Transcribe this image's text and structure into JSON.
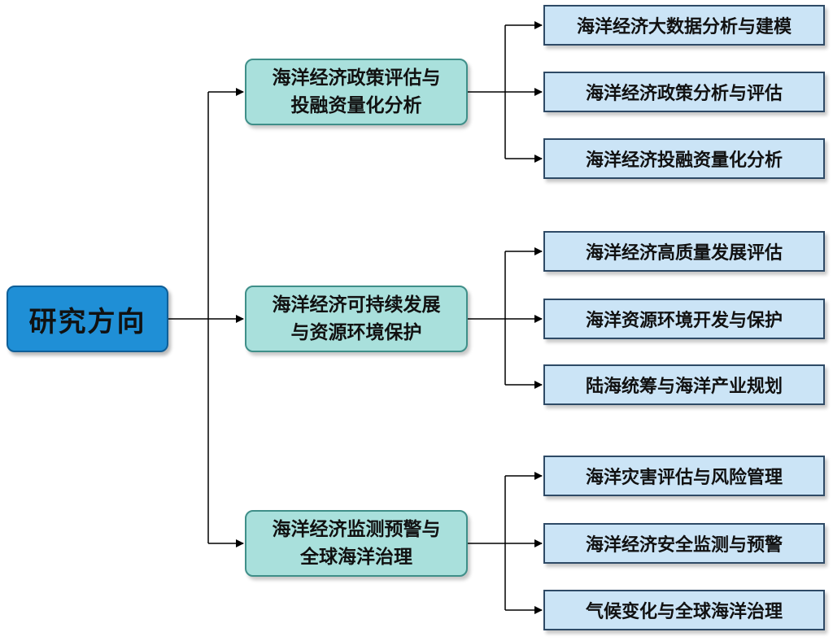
{
  "root": {
    "label": "研究方向"
  },
  "branches": [
    {
      "line1": "海洋经济政策评估与",
      "line2": "投融资量化分析",
      "children": [
        "海洋经济大数据分析与建模",
        "海洋经济政策分析与评估",
        "海洋经济投融资量化分析"
      ]
    },
    {
      "line1": "海洋经济可持续发展",
      "line2": "与资源环境保护",
      "children": [
        "海洋经济高质量发展评估",
        "海洋资源环境开发与保护",
        "陆海统筹与海洋产业规划"
      ]
    },
    {
      "line1": "海洋经济监测预警与",
      "line2": "全球海洋治理",
      "children": [
        "海洋灾害评估与风险管理",
        "海洋经济安全监测与预警",
        "气候变化与全球海洋治理"
      ]
    }
  ],
  "colors": {
    "root_fill": "#1f8fd6",
    "mid_fill": "#a9e0dc",
    "leaf_fill": "#cbe4f6",
    "connector": "#000000"
  }
}
